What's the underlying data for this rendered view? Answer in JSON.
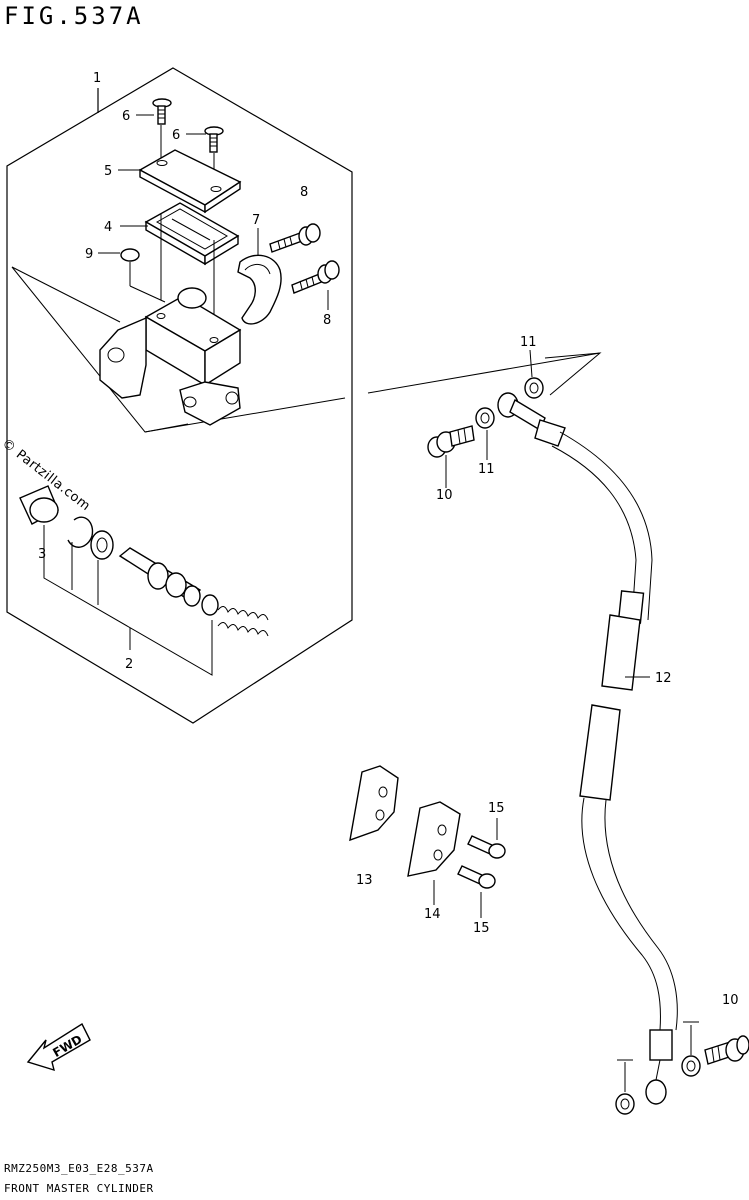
{
  "figure": {
    "title": "FIG.537A",
    "watermark": "© Partzilla.com",
    "code": "RMZ250M3_E03_E28_537A",
    "caption": "FRONT MASTER CYLINDER",
    "fwd_label": "FWD"
  },
  "callouts": {
    "c1": "1",
    "c2": "2",
    "c3": "3",
    "c4": "4",
    "c5": "5",
    "c6a": "6",
    "c6b": "6",
    "c7": "7",
    "c8a": "8",
    "c8b": "8",
    "c9": "9",
    "c10a": "10",
    "c10b": "10",
    "c11a": "11",
    "c11b": "11",
    "c12": "12",
    "c13": "13",
    "c14": "14",
    "c15a": "15",
    "c15b": "15"
  }
}
